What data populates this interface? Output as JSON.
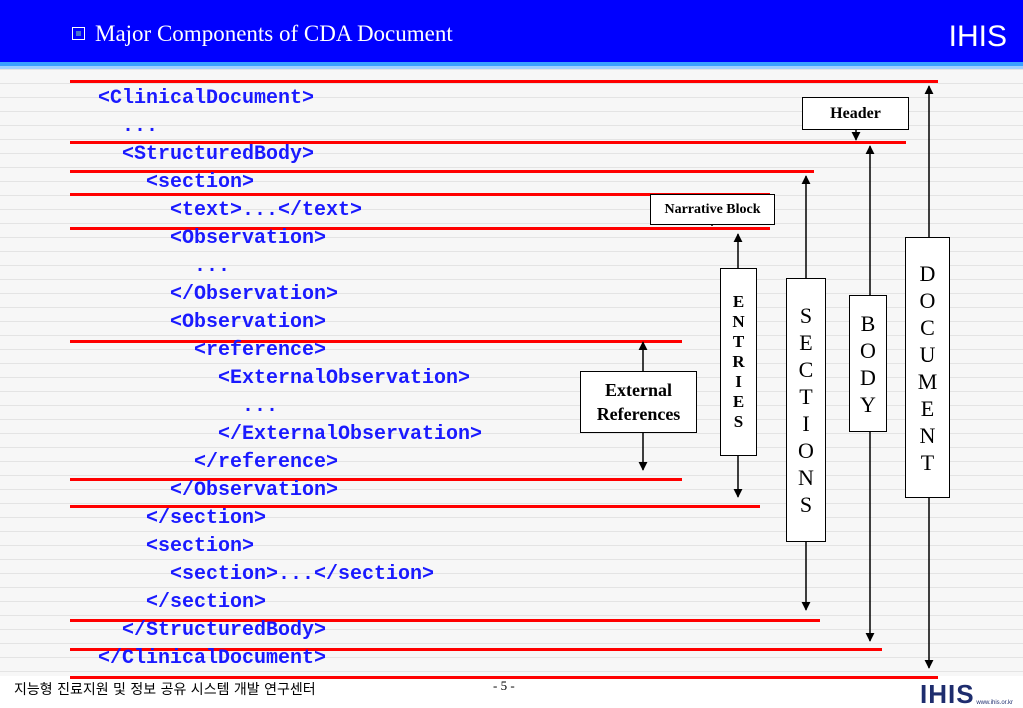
{
  "header": {
    "title": "Major Components of CDA Document",
    "brand": "IHIS",
    "bullet_icon": "square-bullet-icon",
    "background_color": "#0000ff"
  },
  "code_lines": [
    "<ClinicalDocument>",
    "  ...",
    "  <StructuredBody>",
    "    <section>",
    "      <text>...</text>",
    "      <Observation>",
    "        ...",
    "      </Observation>",
    "      <Observation>",
    "        <reference>",
    "          <ExternalObservation>",
    "            ...",
    "          </ExternalObservation>",
    "        </reference>",
    "      </Observation>",
    "    </section>",
    "    <section>",
    "      <section>...</section>",
    "    </section>",
    "  </StructuredBody>",
    "</ClinicalDocument>"
  ],
  "labels": {
    "header": "Header",
    "narrative_block": "Narrative Block",
    "external_references_line1": "External",
    "external_references_line2": "References",
    "entries": [
      "E",
      "N",
      "T",
      "R",
      "I",
      "E",
      "S"
    ],
    "sections": [
      "S",
      "E",
      "C",
      "T",
      "I",
      "O",
      "N",
      "S"
    ],
    "body": [
      "B",
      "O",
      "D",
      "Y"
    ],
    "document": [
      "D",
      "O",
      "C",
      "U",
      "M",
      "E",
      "N",
      "T"
    ]
  },
  "footer": {
    "organization": "지능형 진료지원 및 정보 공유 시스템 개발 연구센터",
    "page_number": "- 5 -",
    "logo_text": "IHIS",
    "logo_subtext": "www.ihis.or.kr"
  },
  "colors": {
    "code_text": "#1a1aff",
    "divider_lines": "#ff0000",
    "arrows": "#000000"
  }
}
